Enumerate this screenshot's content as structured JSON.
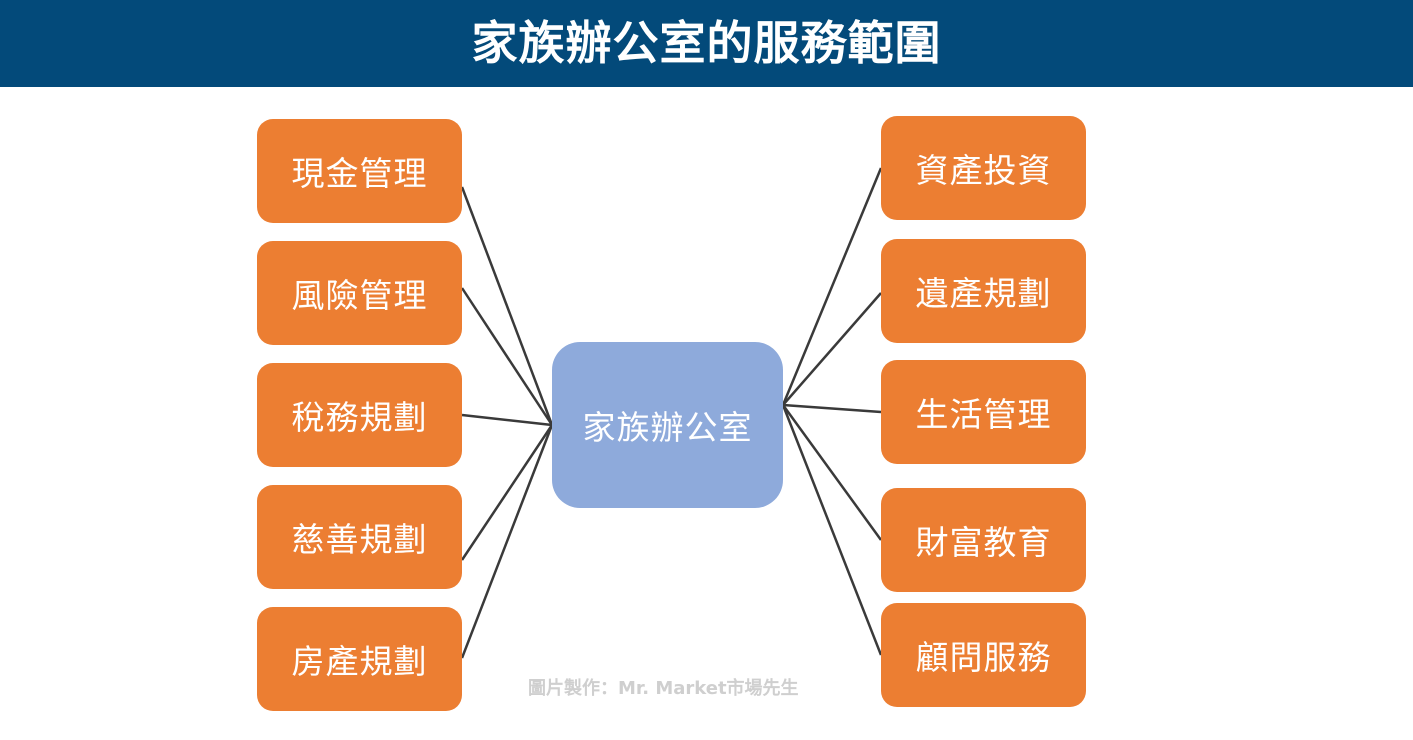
{
  "title": "家族辦公室的服務範圍",
  "center": {
    "label": "家族辦公室"
  },
  "left_items": [
    {
      "label": "現金管理"
    },
    {
      "label": "風險管理"
    },
    {
      "label": "稅務規劃"
    },
    {
      "label": "慈善規劃"
    },
    {
      "label": "房產規劃"
    }
  ],
  "right_items": [
    {
      "label": "資產投資"
    },
    {
      "label": "遺產規劃"
    },
    {
      "label": "生活管理"
    },
    {
      "label": "財富教育"
    },
    {
      "label": "顧問服務"
    }
  ],
  "credit": "圖片製作：Mr. Market市場先生",
  "colors": {
    "header_bg": "#034a7a",
    "item_box": "#ec7e32",
    "center_box": "#8eaadb",
    "connector": "#3a3a3a"
  }
}
